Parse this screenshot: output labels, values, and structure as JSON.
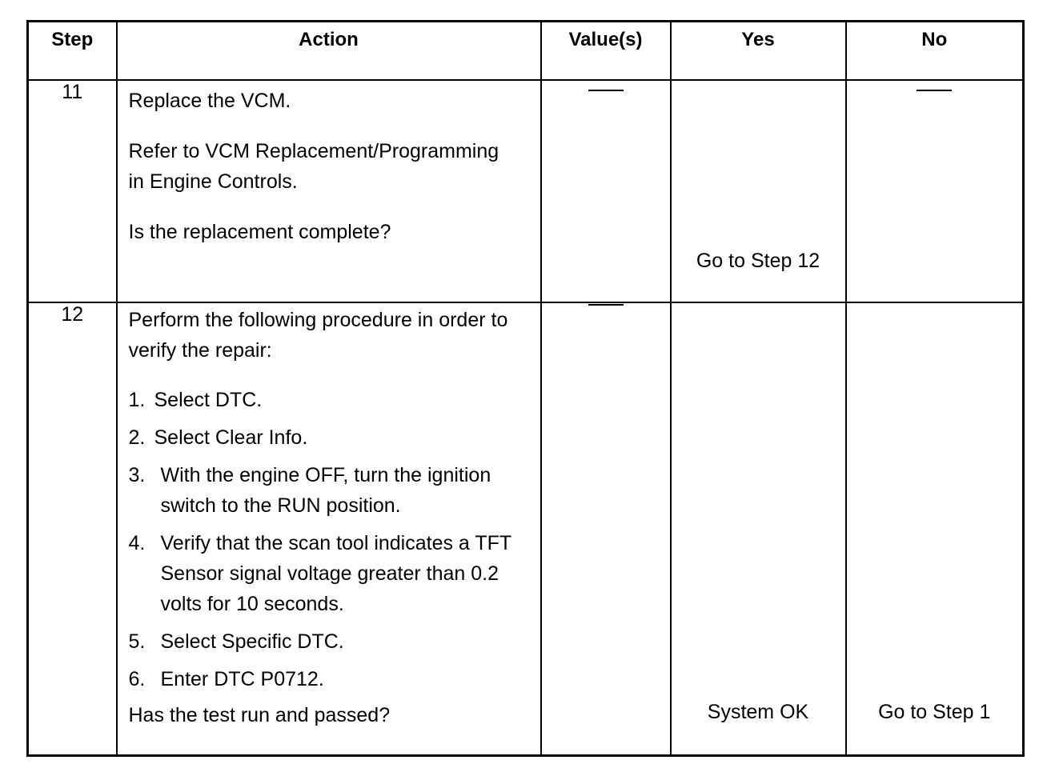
{
  "table": {
    "headers": [
      "Step",
      "Action",
      "Value(s)",
      "Yes",
      "No"
    ],
    "rows": [
      {
        "step": "11",
        "action": {
          "line1": "Replace the VCM.",
          "line2": "Refer to VCM Replacement/Programming in Engine Controls.",
          "question": "Is the replacement complete?"
        },
        "values": "—",
        "yes": "Go to Step 12",
        "no": "—"
      },
      {
        "step": "12",
        "action": {
          "intro": "Perform the following procedure in order to verify the repair:",
          "items": [
            {
              "num": "1.",
              "text": "Select DTC."
            },
            {
              "num": "2.",
              "text": "Select Clear Info."
            },
            {
              "num": "3.",
              "text": "With the engine OFF, turn the ignition switch to the RUN position."
            },
            {
              "num": "4.",
              "text": "Verify that the scan tool indicates a TFT Sensor signal voltage greater than 0.2 volts for 10 seconds."
            },
            {
              "num": "5.",
              "text": "Select Specific DTC."
            },
            {
              "num": "6.",
              "text": "Enter DTC P0712."
            }
          ],
          "question": "Has the test run and passed?"
        },
        "values": "—",
        "yes": "System OK",
        "no": "Go to Step 1"
      }
    ]
  }
}
